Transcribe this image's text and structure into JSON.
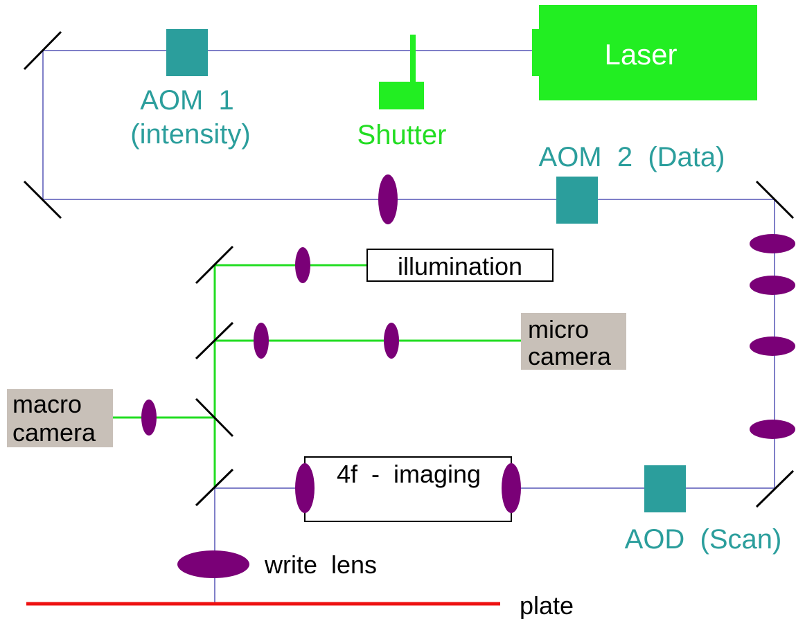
{
  "labels": {
    "laser": "Laser",
    "aom1_line1": "AOM  1",
    "aom1_line2": "(intensity)",
    "shutter": "Shutter",
    "aom2": "AOM  2  (Data)",
    "illumination": "illumination",
    "micro_camera_line1": "micro",
    "micro_camera_line2": "camera",
    "macro_camera_line1": "macro",
    "macro_camera_line2": "camera",
    "imaging_4f": "4f  -  imaging",
    "aod": "AOD  (Scan)",
    "write_lens": "write  lens",
    "plate": "plate"
  },
  "colors": {
    "beam_blue": "#7f7fc8",
    "beam_green": "#22dd22",
    "laser": "#22ee22",
    "aom": "#2b9e9c",
    "lens": "#7a0077",
    "camera_box": "#c8c0b8",
    "plate": "#ee1111"
  }
}
